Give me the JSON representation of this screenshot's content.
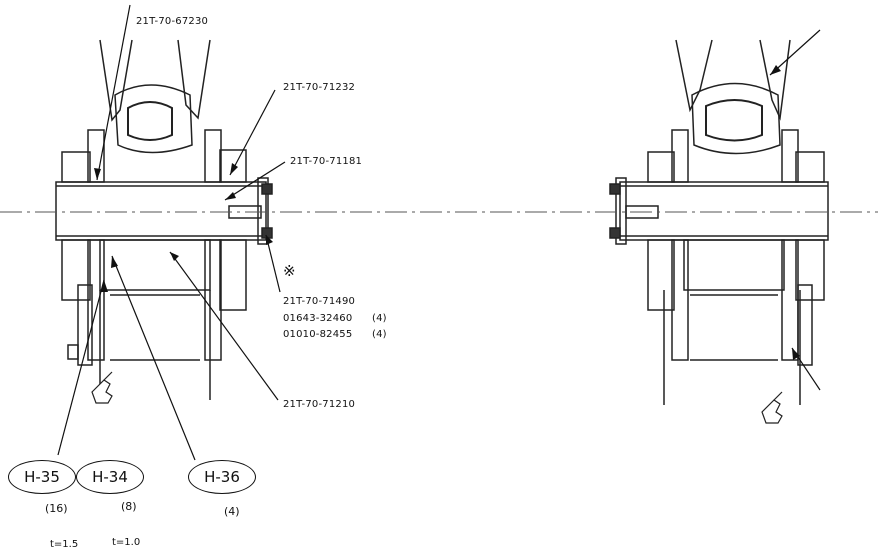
{
  "parts": {
    "p67230": "21T-70-67230",
    "p71232": "21T-70-71232",
    "p71181": "21T-70-71181",
    "p71490": "21T-70-71490",
    "p32460": "01643-32460",
    "p32460_qty": "(4)",
    "p82455": "01010-82455",
    "p82455_qty": "(4)",
    "p71210": "21T-70-71210"
  },
  "asterisk": "※",
  "shims": [
    {
      "code": "H-35",
      "qty": "(16)"
    },
    {
      "code": "H-34",
      "qty": "(8)"
    },
    {
      "code": "H-36",
      "qty": "(4)"
    }
  ],
  "thickness": {
    "a": "t=1.5",
    "b": "t=1.0"
  }
}
